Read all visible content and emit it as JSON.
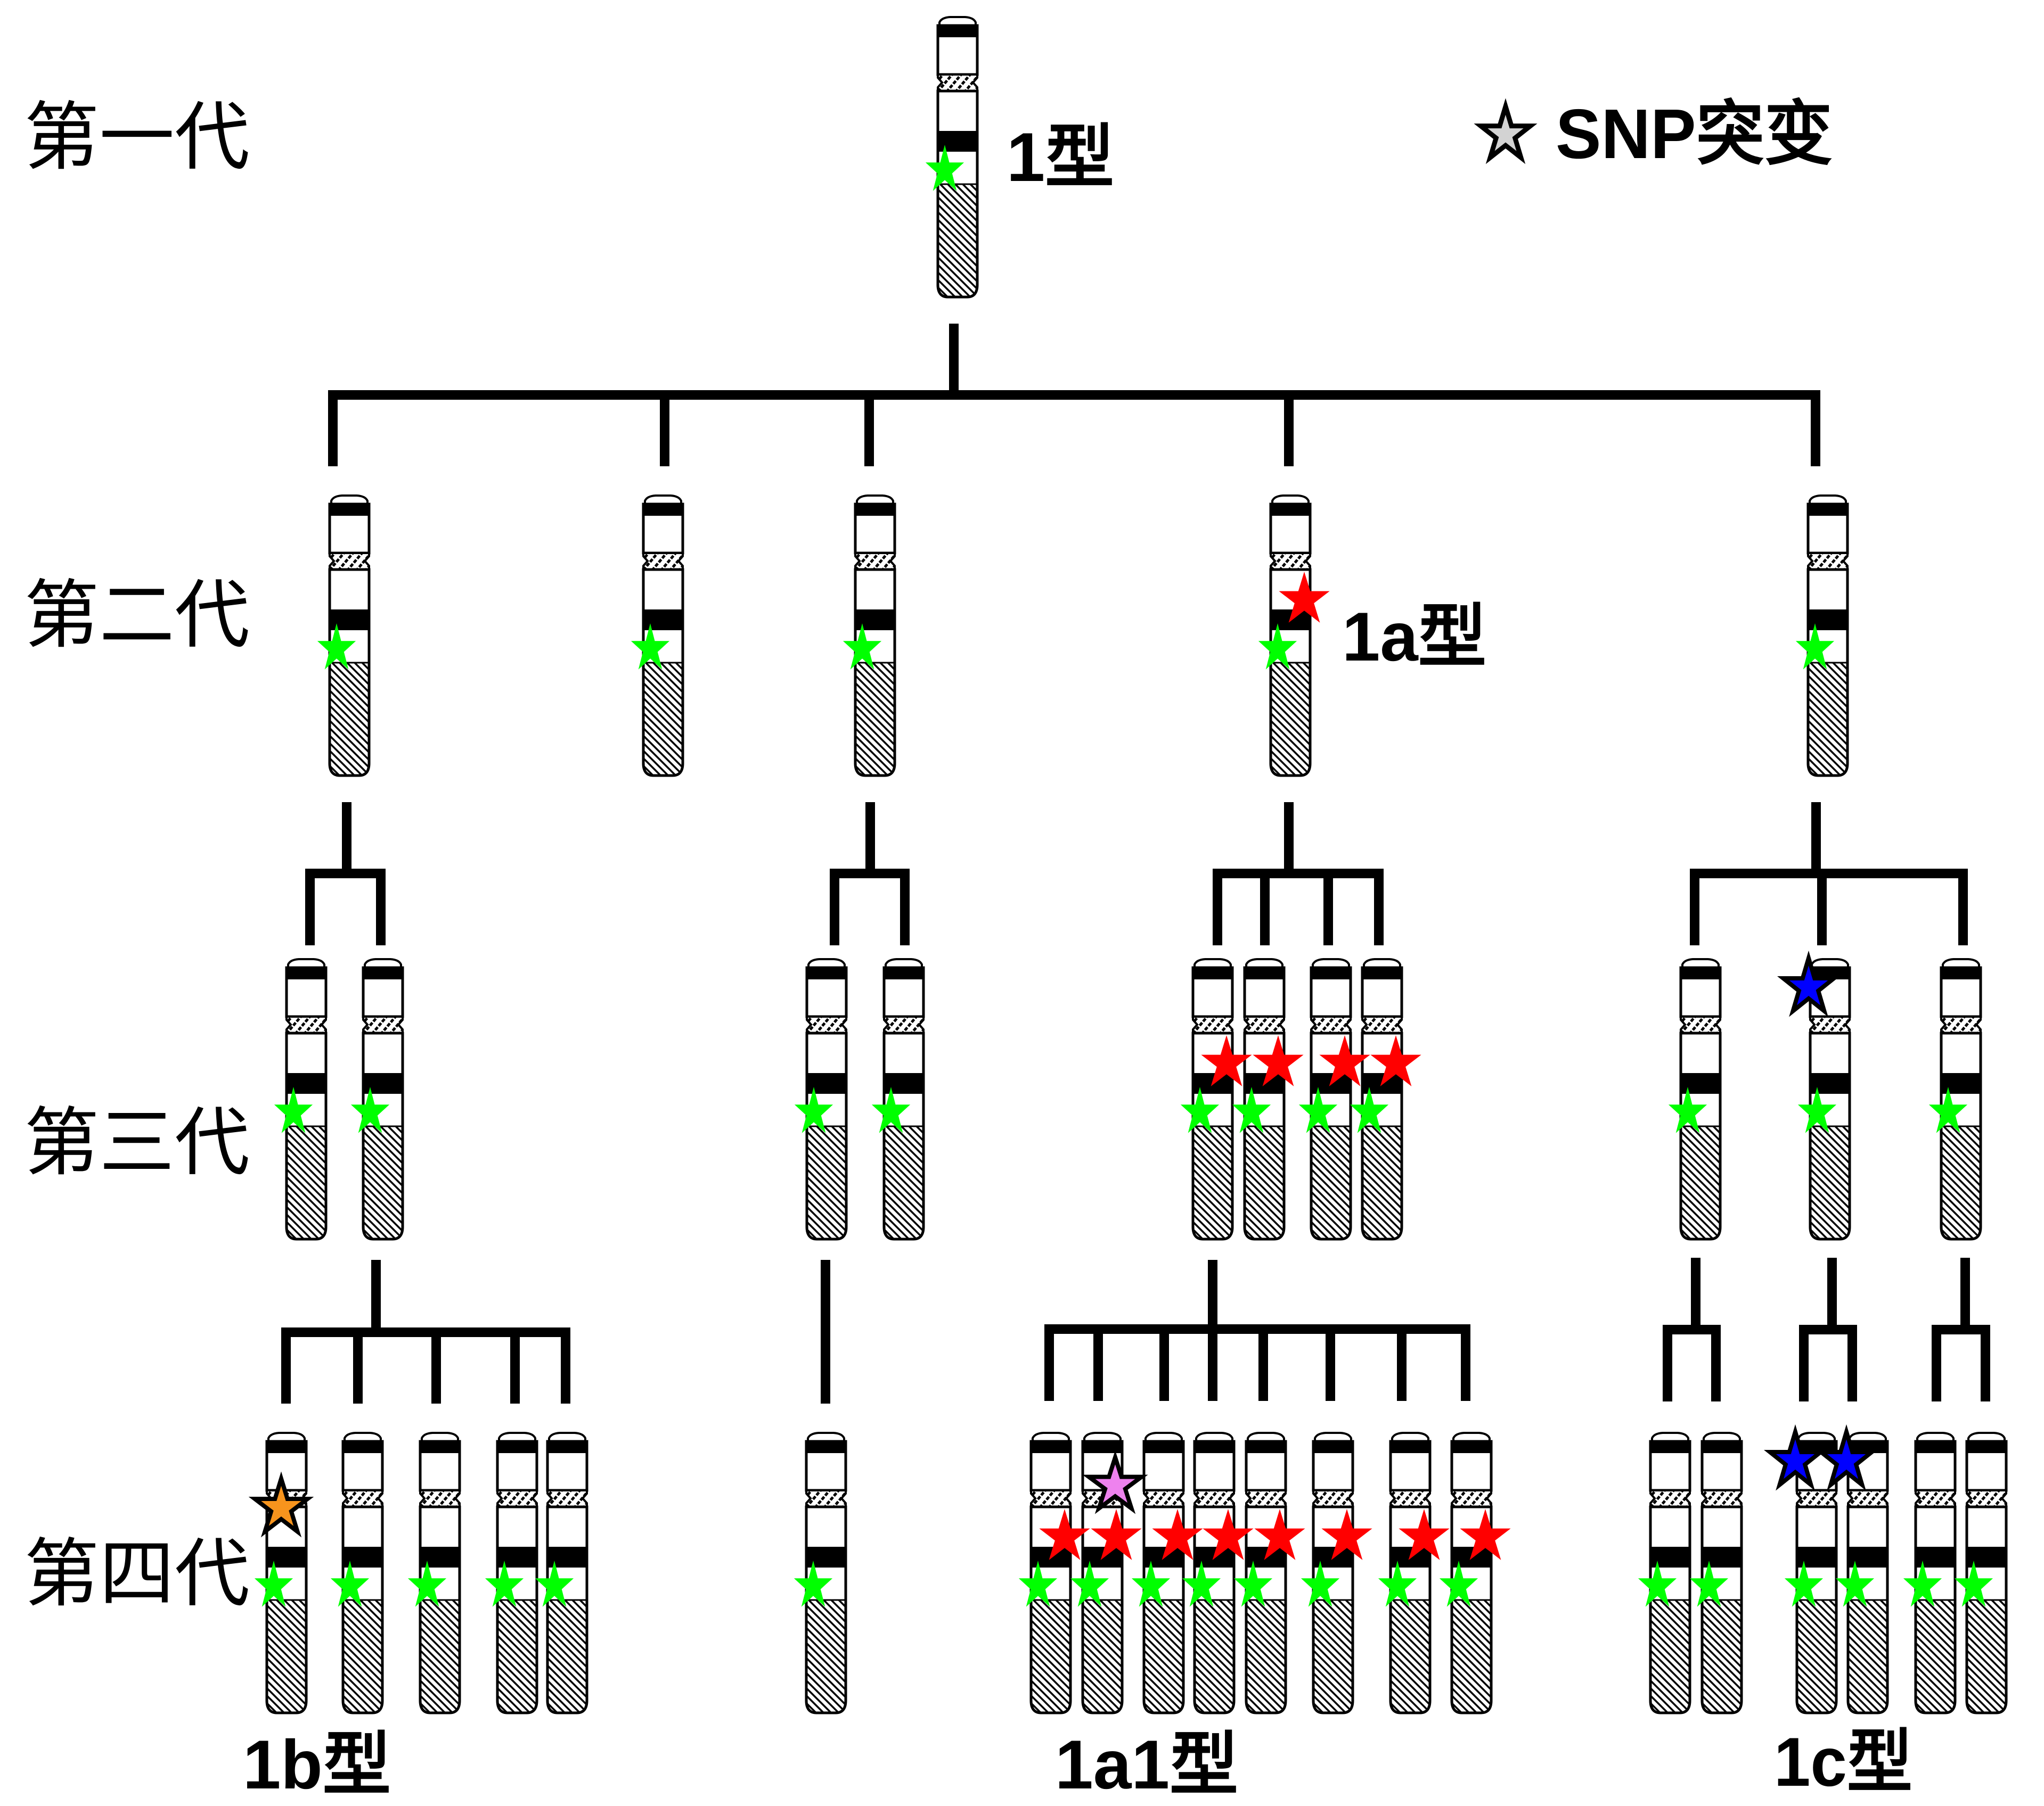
{
  "legend": {
    "icon": "star-icon",
    "icon_color": "#d3d3d3",
    "label": "SNP突变"
  },
  "mutation_types": {
    "snp_1": {
      "icon": "star-icon",
      "color": "#00ff00"
    },
    "snp_1a": {
      "icon": "star-icon",
      "color": "#ff0000"
    },
    "snp_1a1": {
      "icon": "star-icon",
      "color": "#ee82ee"
    },
    "snp_1b": {
      "icon": "star-icon",
      "color": "#f7941d"
    },
    "snp_1c": {
      "icon": "star-icon",
      "color": "#0000ff"
    }
  },
  "type_labels": {
    "t1": "1型",
    "t1a": "1a型",
    "t1b": "1b型",
    "t1a1": "1a1型",
    "t1c": "1c型"
  },
  "generations": [
    {
      "label": "第一代",
      "chromosomes": [
        {
          "parent": null,
          "mutations": [
            "snp_1"
          ]
        }
      ]
    },
    {
      "label": "第二代",
      "chromosomes": [
        {
          "parent": 0,
          "mutations": [
            "snp_1"
          ]
        },
        {
          "parent": 0,
          "mutations": [
            "snp_1"
          ]
        },
        {
          "parent": 0,
          "mutations": [
            "snp_1"
          ]
        },
        {
          "parent": 0,
          "mutations": [
            "snp_1",
            "snp_1a"
          ]
        },
        {
          "parent": 0,
          "mutations": [
            "snp_1"
          ]
        }
      ]
    },
    {
      "label": "第三代",
      "chromosomes": [
        {
          "parent": 0,
          "mutations": [
            "snp_1"
          ]
        },
        {
          "parent": 0,
          "mutations": [
            "snp_1"
          ]
        },
        {
          "parent": 2,
          "mutations": [
            "snp_1"
          ]
        },
        {
          "parent": 2,
          "mutations": [
            "snp_1"
          ]
        },
        {
          "parent": 3,
          "mutations": [
            "snp_1",
            "snp_1a"
          ]
        },
        {
          "parent": 3,
          "mutations": [
            "snp_1",
            "snp_1a"
          ]
        },
        {
          "parent": 3,
          "mutations": [
            "snp_1",
            "snp_1a"
          ]
        },
        {
          "parent": 3,
          "mutations": [
            "snp_1",
            "snp_1a"
          ]
        },
        {
          "parent": 4,
          "mutations": [
            "snp_1"
          ]
        },
        {
          "parent": 4,
          "mutations": [
            "snp_1",
            "snp_1c"
          ]
        },
        {
          "parent": 4,
          "mutations": [
            "snp_1"
          ]
        }
      ]
    },
    {
      "label": "第四代",
      "chromosomes": [
        {
          "parent": 1,
          "mutations": [
            "snp_1",
            "snp_1b"
          ]
        },
        {
          "parent": 1,
          "mutations": [
            "snp_1"
          ]
        },
        {
          "parent": 1,
          "mutations": [
            "snp_1"
          ]
        },
        {
          "parent": 1,
          "mutations": [
            "snp_1"
          ]
        },
        {
          "parent": 1,
          "mutations": [
            "snp_1"
          ]
        },
        {
          "parent": 2,
          "mutations": [
            "snp_1"
          ]
        },
        {
          "parent": 4,
          "mutations": [
            "snp_1",
            "snp_1a"
          ]
        },
        {
          "parent": 4,
          "mutations": [
            "snp_1",
            "snp_1a",
            "snp_1a1"
          ]
        },
        {
          "parent": 4,
          "mutations": [
            "snp_1",
            "snp_1a"
          ]
        },
        {
          "parent": 4,
          "mutations": [
            "snp_1",
            "snp_1a"
          ]
        },
        {
          "parent": 4,
          "mutations": [
            "snp_1",
            "snp_1a"
          ]
        },
        {
          "parent": 4,
          "mutations": [
            "snp_1",
            "snp_1a"
          ]
        },
        {
          "parent": 4,
          "mutations": [
            "snp_1",
            "snp_1a"
          ]
        },
        {
          "parent": 4,
          "mutations": [
            "snp_1",
            "snp_1a"
          ]
        },
        {
          "parent": 8,
          "mutations": [
            "snp_1"
          ]
        },
        {
          "parent": 8,
          "mutations": [
            "snp_1"
          ]
        },
        {
          "parent": 9,
          "mutations": [
            "snp_1",
            "snp_1c"
          ]
        },
        {
          "parent": 9,
          "mutations": [
            "snp_1",
            "snp_1c"
          ]
        },
        {
          "parent": 10,
          "mutations": [
            "snp_1"
          ]
        },
        {
          "parent": 10,
          "mutations": [
            "snp_1"
          ]
        }
      ]
    }
  ]
}
